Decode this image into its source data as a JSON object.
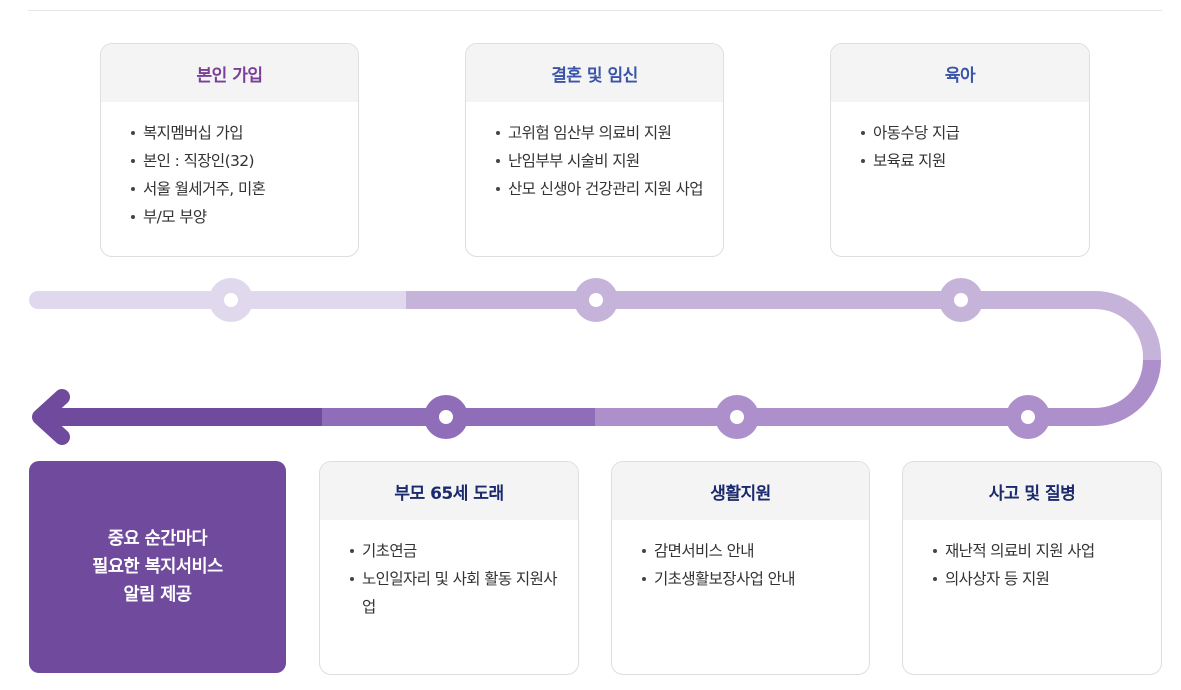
{
  "stages_top": [
    {
      "title": "본인 가입",
      "title_color": "#7a3f98",
      "items": [
        "복지멤버십 가입",
        "본인 : 직장인(32)",
        "서울 월세거주, 미혼",
        "부/모 부양"
      ]
    },
    {
      "title": "결혼 및 임신",
      "title_color": "#3a55a8",
      "items": [
        "고위험 임산부 의료비 지원",
        "난임부부 시술비 지원",
        "산모 신생아 건강관리 지원 사업"
      ]
    },
    {
      "title": "육아",
      "title_color": "#3a55a8",
      "items": [
        "아동수당 지급",
        "보육료 지원"
      ]
    }
  ],
  "stages_bottom": [
    {
      "title": "부모 65세 도래",
      "items": [
        "기초연금",
        "노인일자리 및 사회 활동 지원사업"
      ]
    },
    {
      "title": "생활지원",
      "items": [
        "감면서비스 안내",
        "기초생활보장사업 안내"
      ]
    },
    {
      "title": "사고 및 질병",
      "items": [
        "재난적 의료비 지원 사업",
        "의사상자 등 지원"
      ]
    }
  ],
  "highlight": {
    "line1": "중요 순간마다",
    "line2": "필요한 복지서비스",
    "line3": "알림 제공"
  },
  "colors": {
    "track_light": "#e0d8ec",
    "track_mid": "#c6b3da",
    "track_mid2": "#ac8fcb",
    "track_dark": "#8f6db8",
    "track_darkest": "#6f4a9d"
  }
}
